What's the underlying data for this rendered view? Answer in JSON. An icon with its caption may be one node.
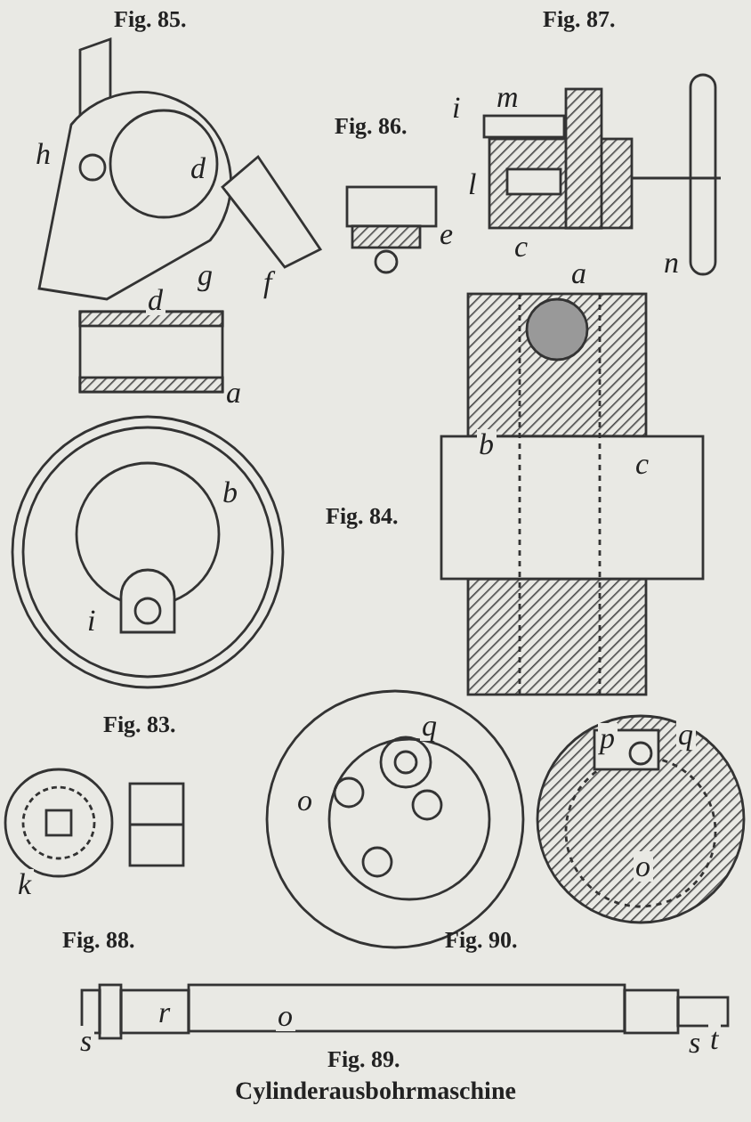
{
  "diagram": {
    "caption": "Cylinderausbohrmaschine",
    "labels": [
      "Fig. 85.",
      "Fig. 87.",
      "Fig. 86.",
      "h",
      "d",
      "i",
      "m",
      "l",
      "e",
      "c",
      "d",
      "g",
      "f",
      "n",
      "a",
      "a",
      "b",
      "b",
      "c",
      "Fig. 84.",
      "i",
      "Fig. 83.",
      "q",
      "p",
      "q",
      "o",
      "k",
      "o",
      "Fig. 88.",
      "Fig. 90.",
      "r",
      "o",
      "s",
      "s",
      "t",
      "Fig. 89."
    ]
  }
}
